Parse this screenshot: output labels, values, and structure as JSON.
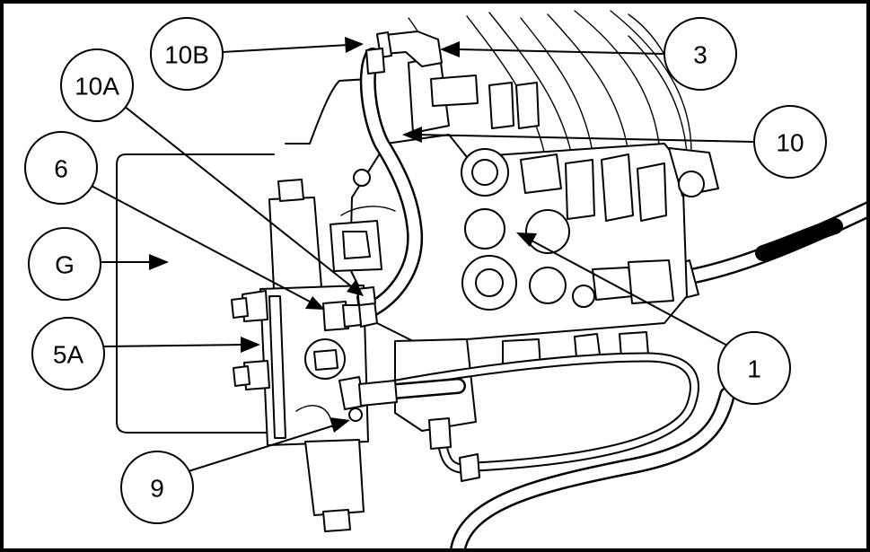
{
  "callouts": {
    "c_10B": "10B",
    "c_3": "3",
    "c_10A": "10A",
    "c_10": "10",
    "c_6": "6",
    "c_G": "G",
    "c_5A": "5A",
    "c_1": "1",
    "c_9": "9"
  }
}
